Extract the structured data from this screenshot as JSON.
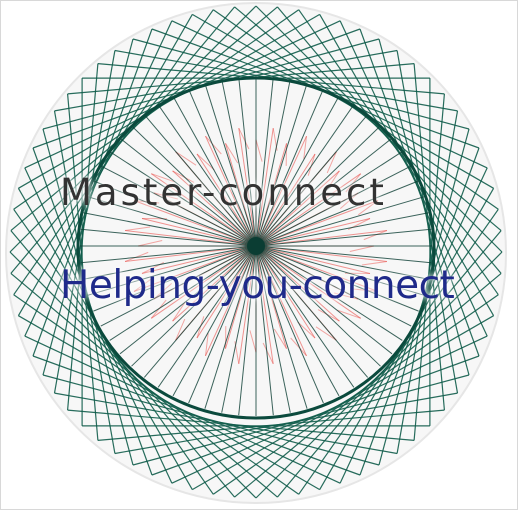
{
  "logo": {
    "brand_name": "Master-connect",
    "tagline": "Helping-you-connect"
  },
  "colors": {
    "string_green": "#0f5c4a",
    "string_red": "#e8403a",
    "hub_dark": "#0b3d33",
    "disc_white": "#f7f7f7",
    "brand_text": "#333333",
    "tagline_text": "#1f2a8a"
  },
  "icons": {
    "outer_pattern": "string-art-circle",
    "inner_pattern": "radial-star-burst"
  }
}
